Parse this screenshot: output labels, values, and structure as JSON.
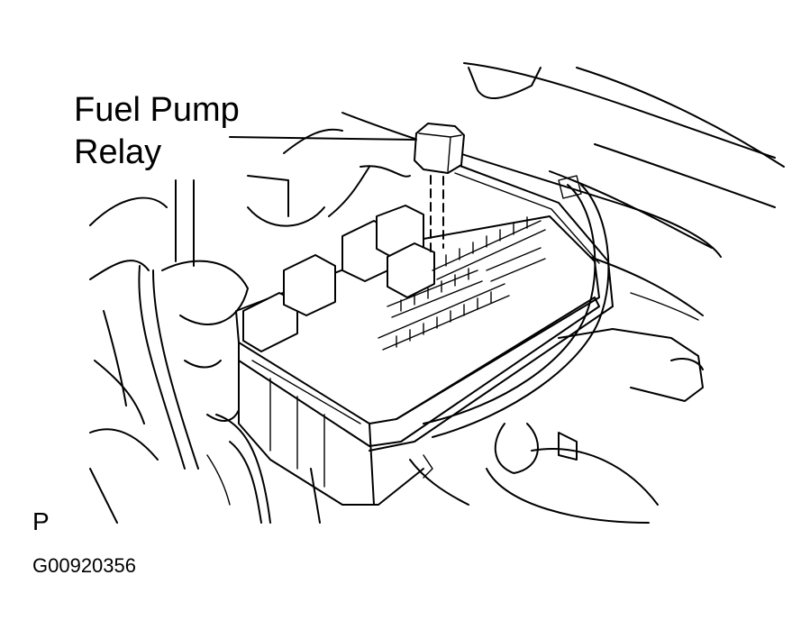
{
  "diagram": {
    "callout_line1": "Fuel Pump",
    "callout_line2": "Relay",
    "view_code": "P",
    "figure_id": "G00920356"
  }
}
